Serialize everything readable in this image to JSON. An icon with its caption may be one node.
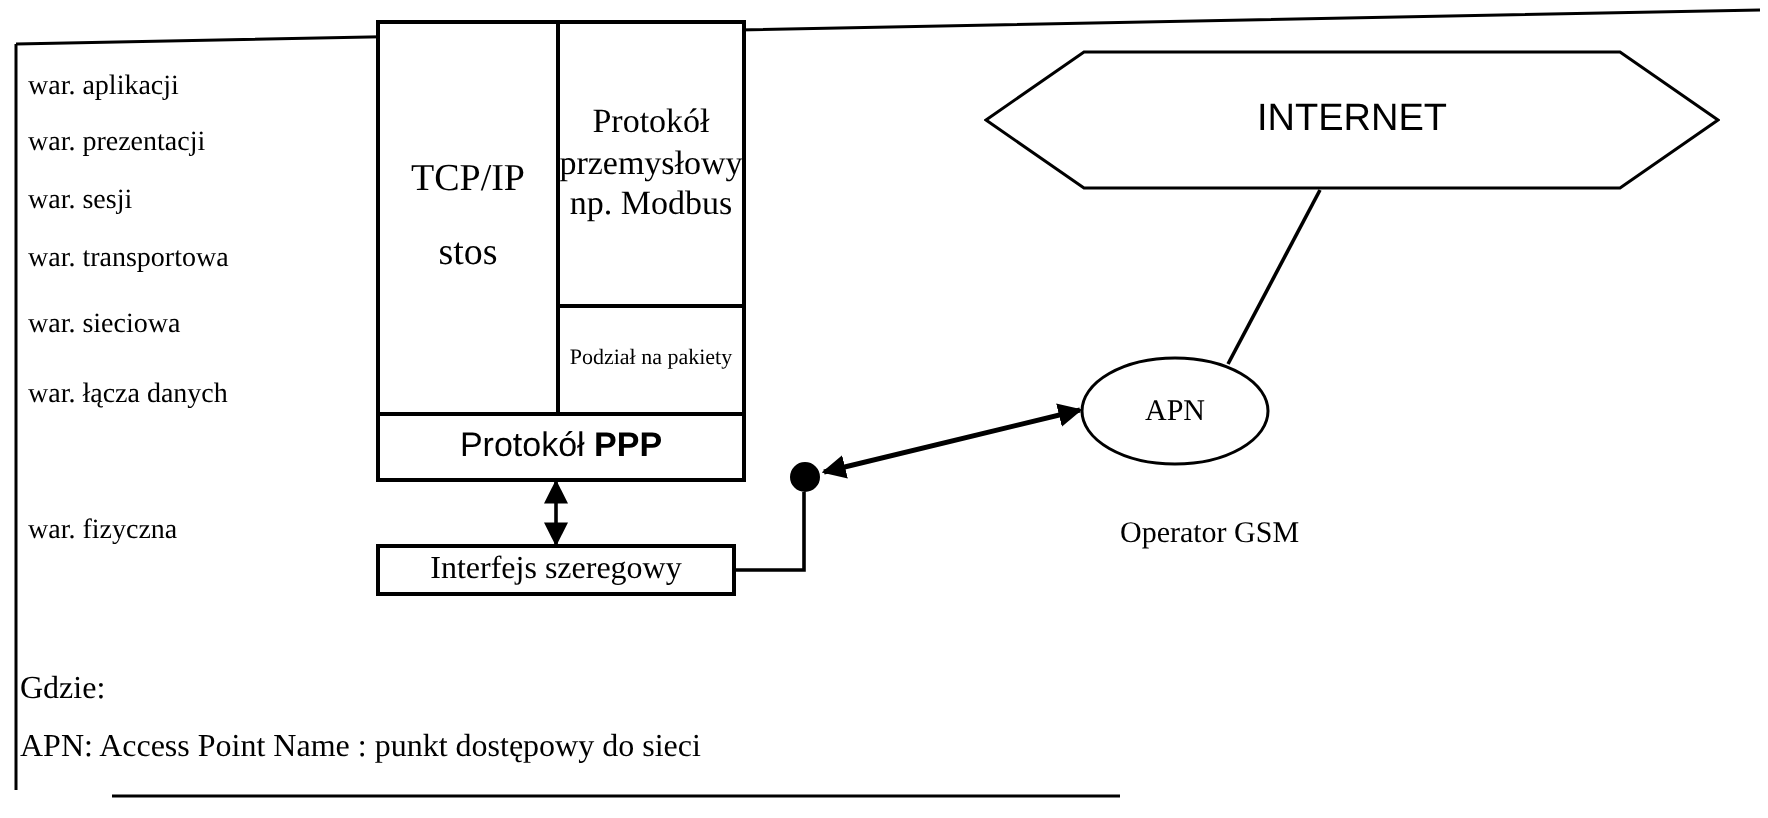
{
  "diagram": {
    "nodes": [
      {
        "text": [
          "TCP/IP",
          "stos"
        ]
      },
      {
        "text": [
          "Protokół przemysłowy np. Modbus"
        ]
      },
      {
        "text": [
          "Podział na pakiety"
        ]
      },
      {
        "text": [
          "Protokół **PPP**"
        ]
      },
      {
        "text": [
          "Interfejs szeregowy"
        ]
      },
      {
        "text": [],
        "shape": "circle"
      },
      {
        "text": [
          "APN"
        ],
        "beside": [
          "Operator GSM"
        ]
      },
      {
        "text": [
          "INTERNET"
        ]
      }
    ],
    "edges": [
      {
        "from": 3,
        "to": 4,
        "arrow": "both"
      },
      {
        "from": 4,
        "to": 5,
        "arrow": "none"
      },
      {
        "from": 5,
        "to": 6,
        "arrow": "both"
      },
      {
        "from": 6,
        "to": 7,
        "arrow": "none"
      }
    ],
    "labels": [
      "war. aplikacji",
      "war. prezentacji",
      "war. sesji",
      "war. transportowa",
      "war. sieciowa",
      "war. łącza danych",
      "war. fizyczna",
      "Gdzie:",
      "APN: Access Point Name : punkt dostępowy do sieci"
    ]
  }
}
